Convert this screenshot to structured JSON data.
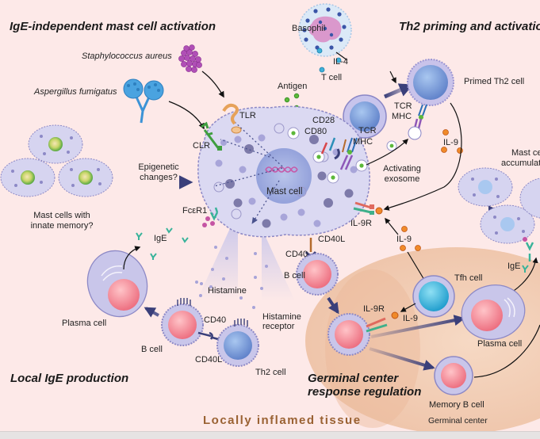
{
  "sections": {
    "ige_independent": "IgE-independent mast cell activation",
    "th2_priming": "Th2 priming and activation",
    "local_ige": "Local IgE production",
    "germinal_center_line1": "Germinal center",
    "germinal_center_line2": "response regulation"
  },
  "footer": {
    "tissue": "Locally inflamed tissue",
    "germinal_center": "Germinal center"
  },
  "pathogens": {
    "staph": "Staphylococcus aureus",
    "asperg": "Aspergillus fumigatus"
  },
  "receptors": {
    "tlr": "TLR",
    "clr": "CLR",
    "fceri": "FcεR1",
    "cd28": "CD28",
    "cd80": "CD80",
    "tcr": "TCR",
    "mhc": "MHC",
    "tcr2": "TCR",
    "mhc2": "MHC",
    "il9r": "IL-9R",
    "cd40l": "CD40L",
    "cd40": "CD40",
    "cd40_b": "CD40",
    "cd40l_b": "CD40L",
    "il9r_gc": "IL-9R",
    "histamine_receptor_1": "Histamine",
    "histamine_receptor_2": "receptor"
  },
  "cells": {
    "mast_cell": "Mast cell",
    "basophil": "Basophil",
    "t_cell": "T cell",
    "primed_th2": "Primed Th2 cell",
    "innate_memory_1": "Mast cells with",
    "innate_memory_2": "innate memory?",
    "accumulation_1": "Mast cell",
    "accumulation_2": "accumulation",
    "plasma_cell_left": "Plasma cell",
    "b_cell_left": "B cell",
    "th2_cell": "Th2 cell",
    "b_cell_center": "B cell",
    "tfh_cell": "Tfh cell",
    "plasma_cell_right": "Plasma cell",
    "memory_b_cell": "Memory B cell"
  },
  "molecules": {
    "antigen": "Antigen",
    "il4": "IL-4",
    "il9_top": "IL-9",
    "il9_mid": "IL-9",
    "il9_gc": "IL-9",
    "ige_left": "IgE",
    "ige_right": "IgE",
    "histamine": "Histamine",
    "exosome_1": "Activating",
    "exosome_2": "exosome",
    "epigenetic_1": "Epigenetic",
    "epigenetic_2": "changes?"
  },
  "colors": {
    "background": "#fde9e8",
    "mast_cell": "#d9d8f0",
    "arrow_navy": "#3a3f7a",
    "il9": "#f08a2a",
    "antigen": "#5cb83a",
    "ige": "#39b39a",
    "b_cell_nucleus": "#f07e8c",
    "tfh_nucleus": "#29a7d4",
    "germinal_center": "#f3cdb4",
    "tissue_label": "#9a6233"
  }
}
